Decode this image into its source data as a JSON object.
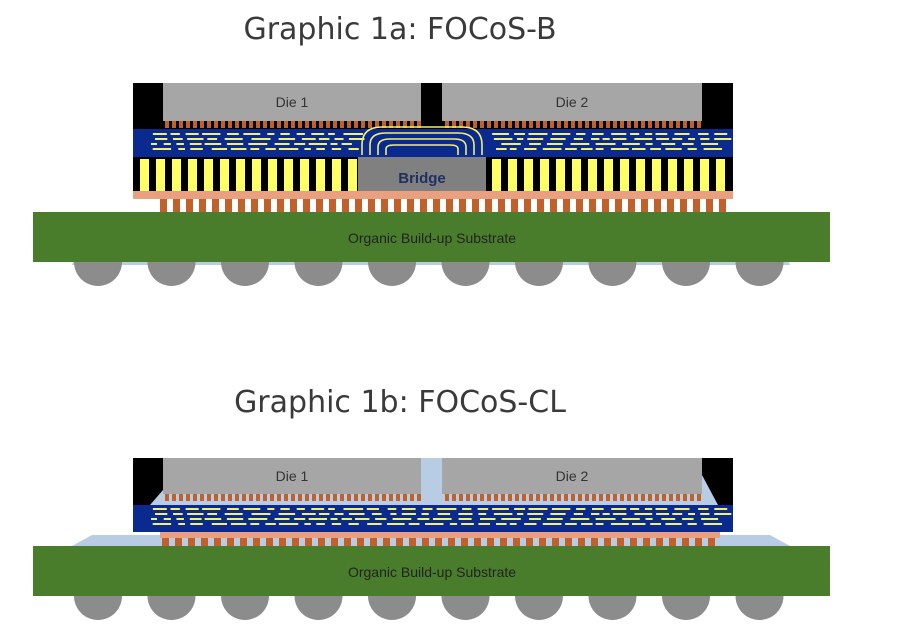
{
  "graphic_a": {
    "title": "Graphic 1a: FOCoS-B",
    "die1": "Die 1",
    "die2": "Die 2",
    "bridge": "Bridge",
    "substrate": "Organic Build-up Substrate"
  },
  "graphic_b": {
    "title": "Graphic 1b: FOCoS-CL",
    "die1": "Die 1",
    "die2": "Die 2",
    "substrate": "Organic Build-up Substrate"
  },
  "colors": {
    "die": "#a6a6a6",
    "mold": "#000000",
    "rdl": "#0b2a8f",
    "trace": "#f3f06a",
    "pillar": "#ffff66",
    "underfill": "#b8cce4",
    "bump": "#c0602a",
    "substrate": "#4a7d2b",
    "solder_ball": "#8c8c8c",
    "bridge": "#808080"
  }
}
